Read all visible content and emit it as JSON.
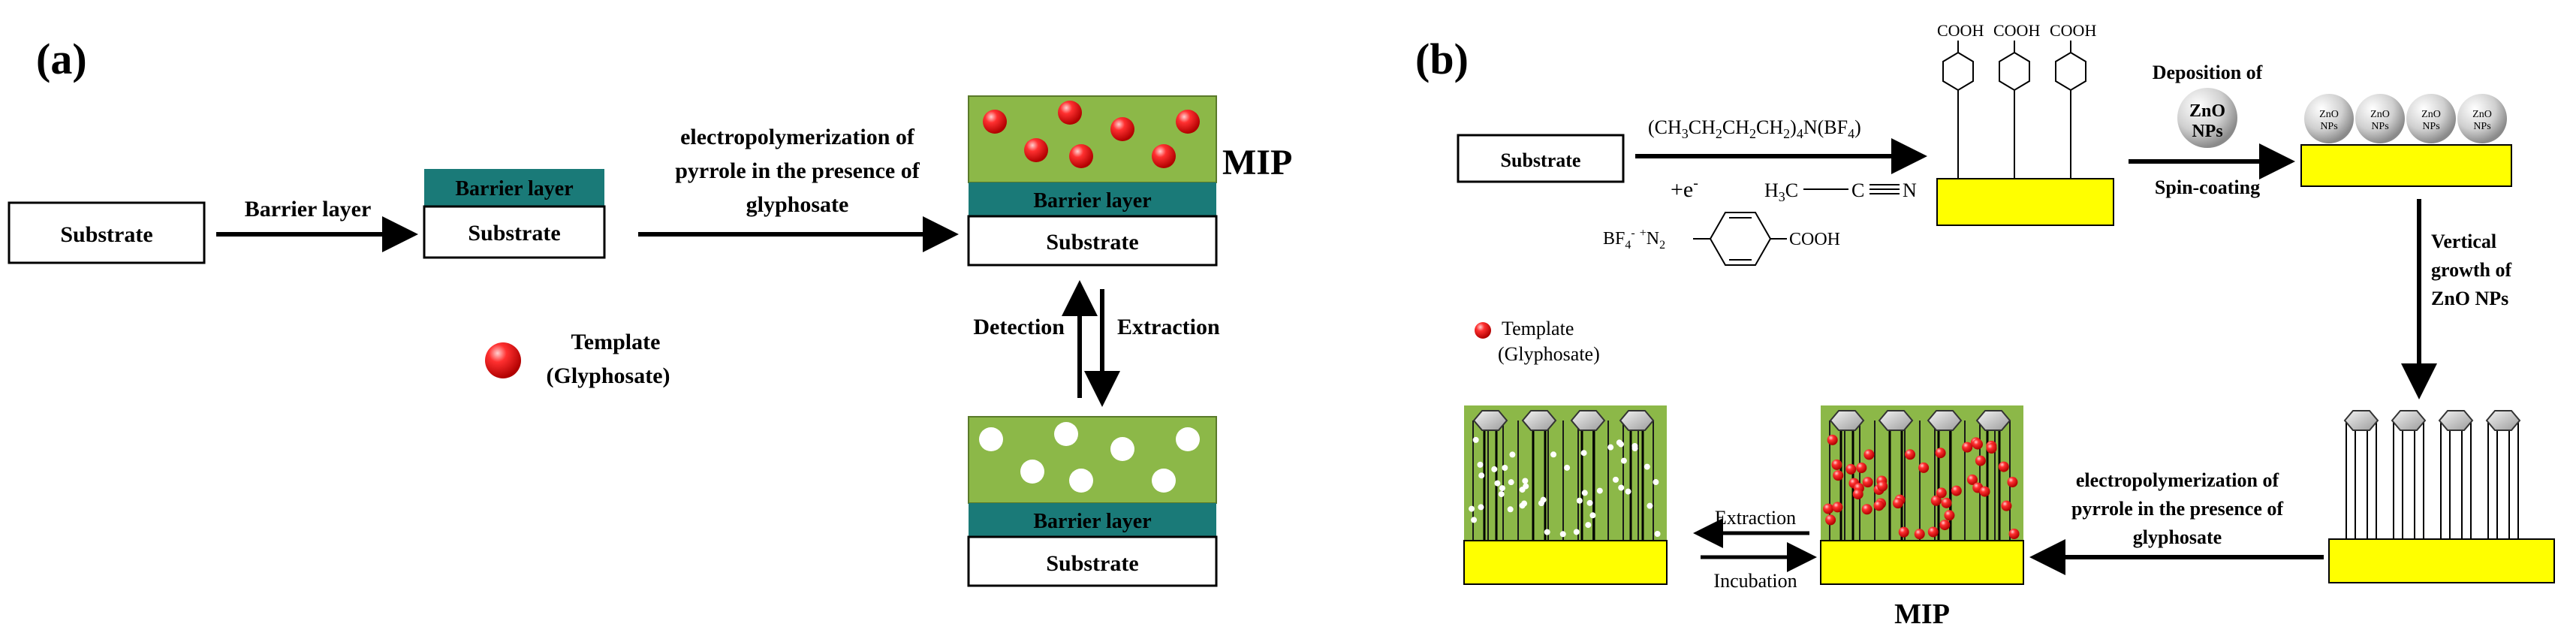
{
  "panel_a": {
    "label": "(a)",
    "substrate": "Substrate",
    "step1_label": "Barrier layer",
    "barrier_layer": "Barrier layer",
    "substrate2": "Substrate",
    "step2_label_l1": "electropolymerization of",
    "step2_label_l2": "pyrrole in the presence of",
    "step2_label_l3": "glyphosate",
    "mip_label": "MIP",
    "barrier_layer_mip": "Barrier layer",
    "substrate_mip": "Substrate",
    "detection": "Detection",
    "extraction": "Extraction",
    "template_l1": "Template",
    "template_l2": "(Glyphosate)",
    "barrier_layer_bottom": "Barrier layer",
    "substrate_bottom": "Substrate"
  },
  "panel_b": {
    "label": "(b)",
    "substrate": "Substrate",
    "reagent_main": "(CH",
    "reagent_full": "(CH3CH2CH2CH2)4N(BF4)",
    "electron": "+e",
    "cooh1": "COOH",
    "cooh2": "COOH",
    "cooh3": "COOH",
    "cooh_reagent": "COOH",
    "deposition_l1": "Deposition of",
    "zno_l1": "ZnO",
    "zno_l2": "NPs",
    "spin_coating": "Spin-coating",
    "vertical_l1": "Vertical",
    "vertical_l2": "growth of",
    "vertical_l3": "ZnO NPs",
    "template_l1": "Template",
    "template_l2": "(Glyphosate)",
    "electro_l1": "electropolymerization of",
    "electro_l2": "pyrrole in the presence of",
    "electro_l3": "glyphosate",
    "extraction": "Extraction",
    "incubation": "Incubation",
    "mip_label": "MIP",
    "small_zno_l1": "ZnO",
    "small_zno_l2": "NPs"
  },
  "colors": {
    "green": "#8cb848",
    "teal": "#1a7a78",
    "yellow": "#ffff00",
    "red": "#e01010",
    "black": "#000000"
  }
}
